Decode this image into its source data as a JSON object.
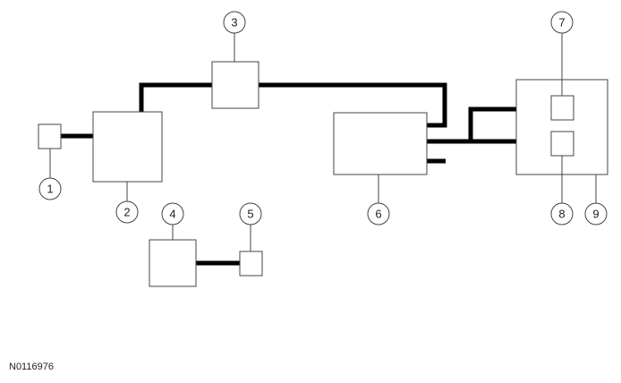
{
  "figure": {
    "reference_code": "N0116976"
  },
  "callouts": {
    "c1": "1",
    "c2": "2",
    "c3": "3",
    "c4": "4",
    "c5": "5",
    "c6": "6",
    "c7": "7",
    "c8": "8",
    "c9": "9"
  }
}
